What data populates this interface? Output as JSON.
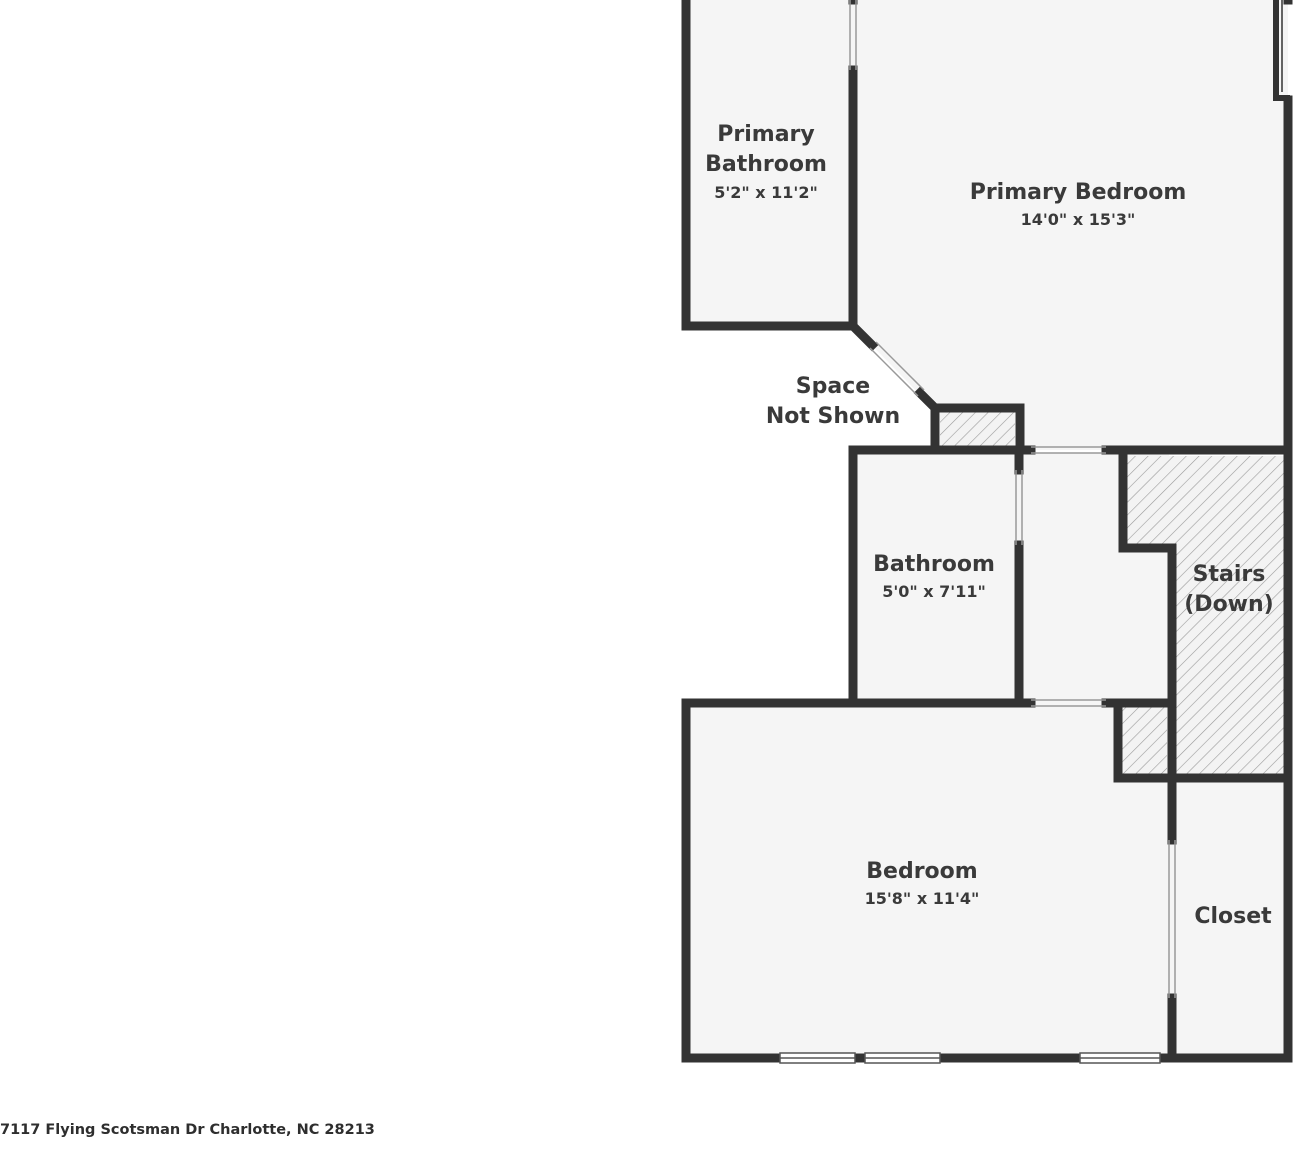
{
  "rooms": {
    "primary_bathroom": {
      "name_line1": "Primary",
      "name_line2": "Bathroom",
      "dims": "5'2\" x 11'2\""
    },
    "primary_bedroom": {
      "name": "Primary Bedroom",
      "dims": "14'0\" x 15'3\""
    },
    "space_not_shown": {
      "line1": "Space",
      "line2": "Not Shown"
    },
    "bathroom": {
      "name": "Bathroom",
      "dims": "5'0\" x 7'11\""
    },
    "stairs": {
      "line1": "Stairs",
      "line2": "(Down)"
    },
    "bedroom": {
      "name": "Bedroom",
      "dims": "15'8\" x 11'4\""
    },
    "closet": {
      "name": "Closet"
    }
  },
  "address": "7117 Flying Scotsman Dr Charlotte, NC 28213",
  "colors": {
    "wall": "#333333",
    "floor": "#f5f5f5",
    "hatch": "#9a9a9a",
    "text": "#3a3a3a"
  }
}
